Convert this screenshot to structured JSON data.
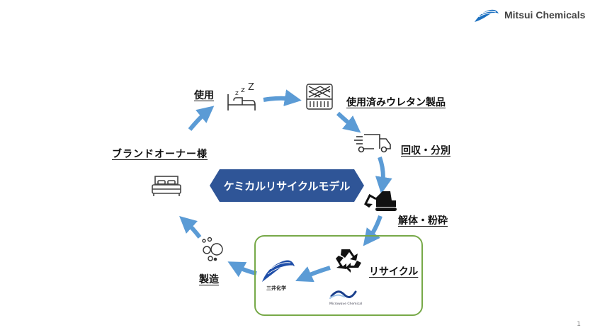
{
  "header": {
    "brand_name": "Mitsui Chemicals",
    "brand_color": "#1a6fc0"
  },
  "diagram": {
    "center_title": "ケミカルリサイクルモデル",
    "center_color": "#2f5597",
    "arrow_color": "#5b9bd5",
    "box_border_color": "#77a948",
    "steps": [
      {
        "label": "使用",
        "icon": "sleeping-in-bed-icon"
      },
      {
        "label": "使用済みウレタン製品",
        "icon": "mattress-icon"
      },
      {
        "label": "回収・分別",
        "icon": "delivery-truck-icon"
      },
      {
        "label": "解体・粉砕",
        "icon": "excavator-icon"
      },
      {
        "label": "リサイクル",
        "icon": "recycle-icon"
      },
      {
        "label": "製造",
        "icon": "bubbles-icon"
      },
      {
        "label": "ブランドオーナー様",
        "icon": "bed-icon"
      }
    ],
    "partners": [
      {
        "name": "三井化学",
        "icon": "mitsui-chemicals-logo-icon"
      },
      {
        "name": "Microwave Chemical",
        "icon": "microwave-chemical-logo-icon"
      }
    ]
  },
  "footer": {
    "page_number": "1"
  }
}
